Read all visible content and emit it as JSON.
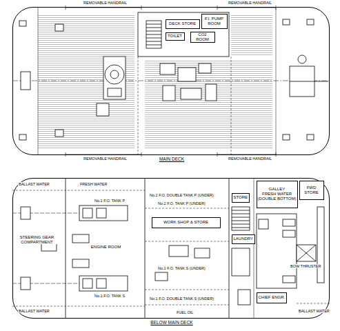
{
  "diagram": {
    "nodes": [
      {
        "text": [
          "MAIN DECK"
        ]
      },
      {
        "text": [
          "DECK STORE"
        ],
        "in": 0
      },
      {
        "text": [
          "F.I. PUMP ROOM"
        ],
        "in": 0
      },
      {
        "text": [
          "TOILET"
        ],
        "in": 0
      },
      {
        "text": [
          "CO2 ROOM"
        ],
        "in": 0
      },
      {
        "text": [
          "BELOW MAIN DECK"
        ]
      },
      {
        "text": [
          "STEERING GEAR COMPARTMENT"
        ],
        "in": 5
      },
      {
        "text": [
          "ENGINE ROOM"
        ],
        "in": 5
      },
      {
        "text": [
          "WORK SHOP & STORE"
        ],
        "in": 5
      },
      {
        "text": [
          "STORE"
        ],
        "in": 5
      },
      {
        "text": [
          "GALLEY",
          "FRESH WATER (DOUBLE BOTTOM)"
        ],
        "in": 5
      },
      {
        "text": [
          "FWD STORE"
        ],
        "in": 5
      },
      {
        "text": [
          "LAUNDRY"
        ],
        "in": 5
      },
      {
        "text": [
          "CHIEF ENGR."
        ],
        "in": 5
      }
    ],
    "labels": [
      "REMOVABLE HANDRAIL",
      "REMOVABLE HANDRAIL",
      "REMOVABLE HANDRAIL",
      "REMOVABLE HANDRAIL",
      "BALLAST WATER",
      "FRESH WATER",
      "No.2 F.O. DOUBLE TANK P (UNDER)",
      "No.2 F.O. TANK P (UNDER)",
      "No.1 F.O. TANK S (UNDER)",
      "No.1 F.O. DOUBLE TANK S (UNDER)",
      "FUEL OIL",
      "BALLAST WATER",
      "BOW THRUSTER",
      "BALLAST WATER",
      "No.1 F.O. TANK P",
      "No.1 F.O. TANK S"
    ]
  }
}
